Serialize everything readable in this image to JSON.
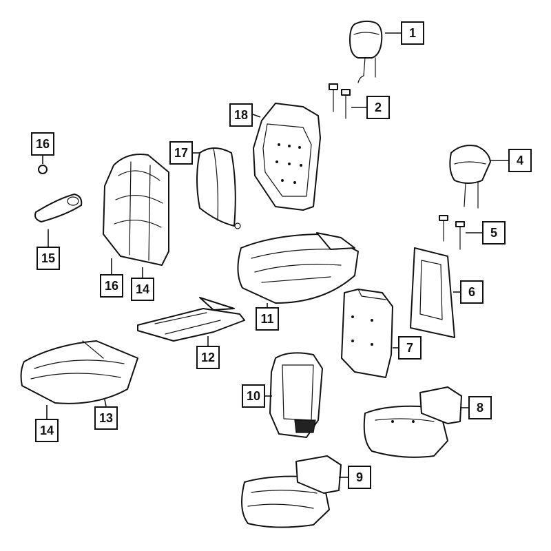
{
  "callouts": [
    {
      "label": "1"
    },
    {
      "label": "2"
    },
    {
      "label": "4"
    },
    {
      "label": "5"
    },
    {
      "label": "6"
    },
    {
      "label": "7"
    },
    {
      "label": "8"
    },
    {
      "label": "9"
    },
    {
      "label": "10"
    },
    {
      "label": "11"
    },
    {
      "label": "12"
    },
    {
      "label": "13"
    },
    {
      "label": "14"
    },
    {
      "label": "14"
    },
    {
      "label": "15"
    },
    {
      "label": "16"
    },
    {
      "label": "16"
    },
    {
      "label": "17"
    },
    {
      "label": "18"
    }
  ]
}
